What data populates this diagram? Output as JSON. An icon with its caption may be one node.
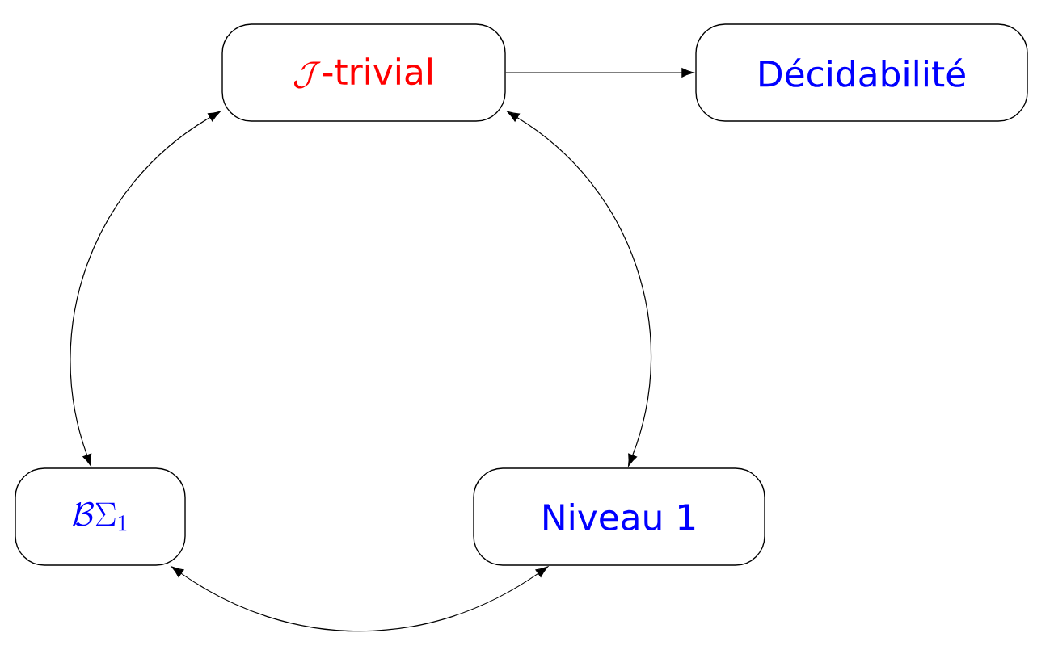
{
  "diagram": {
    "nodes": [
      {
        "text": [
          "\\mathcal{J}\\mbox{-trivial}"
        ]
      },
      {
        "text": [
          "Décidabilité"
        ]
      },
      {
        "text": [
          "\\mathcal{B}\\Sigma_1"
        ]
      },
      {
        "text": [
          "Niveau 1"
        ]
      }
    ],
    "edges": [
      {
        "from": 0,
        "to": 1,
        "arrow": "to"
      },
      {
        "from": 0,
        "to": 2,
        "arrow": "both"
      },
      {
        "from": 0,
        "to": 3,
        "arrow": "both"
      },
      {
        "from": 2,
        "to": 3,
        "arrow": "both"
      }
    ]
  }
}
